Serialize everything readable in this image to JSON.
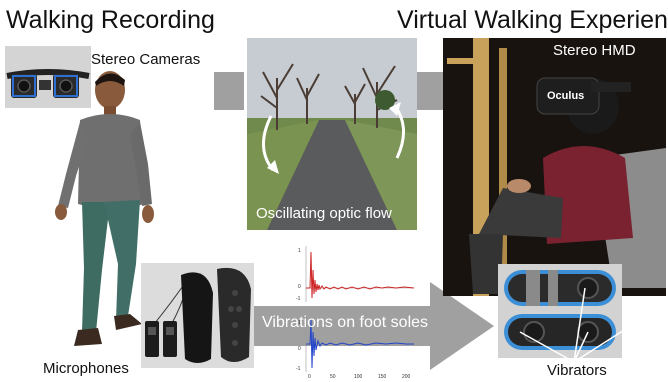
{
  "headings": {
    "left": "Walking Recording",
    "right": "Virtual Walking Experience"
  },
  "labels": {
    "stereo_cameras": "Stereo Cameras",
    "microphones": "Microphones",
    "stereo_hmd": "Stereo HMD",
    "oculus_brand": "Oculus",
    "optic_flow": "Oscillating optic flow",
    "vibrations": "Vibrations on foot soles",
    "vibrators": "Vibrators"
  },
  "waveform_plot": {
    "type": "line",
    "series_colors": [
      "#cc2222",
      "#2244cc"
    ],
    "x_ticks": [
      "0",
      "50",
      "100",
      "150",
      "200"
    ],
    "y_ticks_top": [
      "1",
      "0",
      "-1"
    ],
    "y_ticks_bottom": [
      "1",
      "0",
      "-1"
    ]
  },
  "colors": {
    "arrow": "#a0a0a0",
    "sole_blue": "#3c8fd6",
    "skin": "#8a5a3c"
  }
}
